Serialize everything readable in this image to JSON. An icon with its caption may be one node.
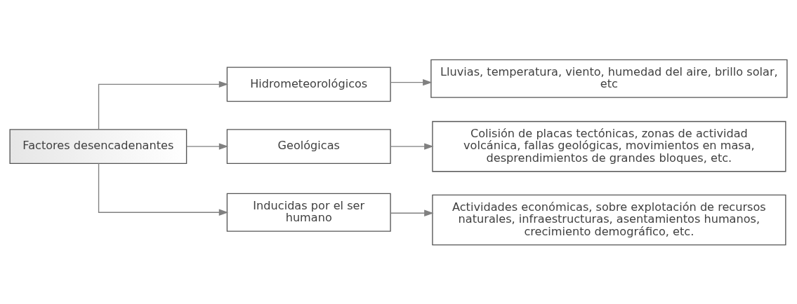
{
  "diagram": {
    "nodes": [
      {
        "text": [
          "Factores desencadenantes"
        ]
      },
      {
        "text": [
          "Hidrometeorológicos"
        ]
      },
      {
        "text": [
          "Geológicas"
        ]
      },
      {
        "text": [
          "Inducidas por el ser humano"
        ]
      },
      {
        "text": [
          "Lluvias, temperatura, viento, humedad del aire, brillo solar, etc"
        ]
      },
      {
        "text": [
          "Colisión de placas tectónicas, zonas de actividad volcánica, fallas geológicas, movimientos en masa, desprendimientos de grandes bloques, etc."
        ]
      },
      {
        "text": [
          "Actividades económicas, sobre explotación de recursos naturales, infraestructuras, asentamientos humanos, crecimiento demográfico, etc."
        ]
      }
    ],
    "edges": [
      {
        "from": 0,
        "to": 1,
        "arrow": "to"
      },
      {
        "from": 0,
        "to": 2,
        "arrow": "to"
      },
      {
        "from": 0,
        "to": 3,
        "arrow": "to"
      },
      {
        "from": 1,
        "to": 4,
        "arrow": "to"
      },
      {
        "from": 2,
        "to": 5,
        "arrow": "to"
      },
      {
        "from": 3,
        "to": 6,
        "arrow": "to"
      }
    ]
  }
}
